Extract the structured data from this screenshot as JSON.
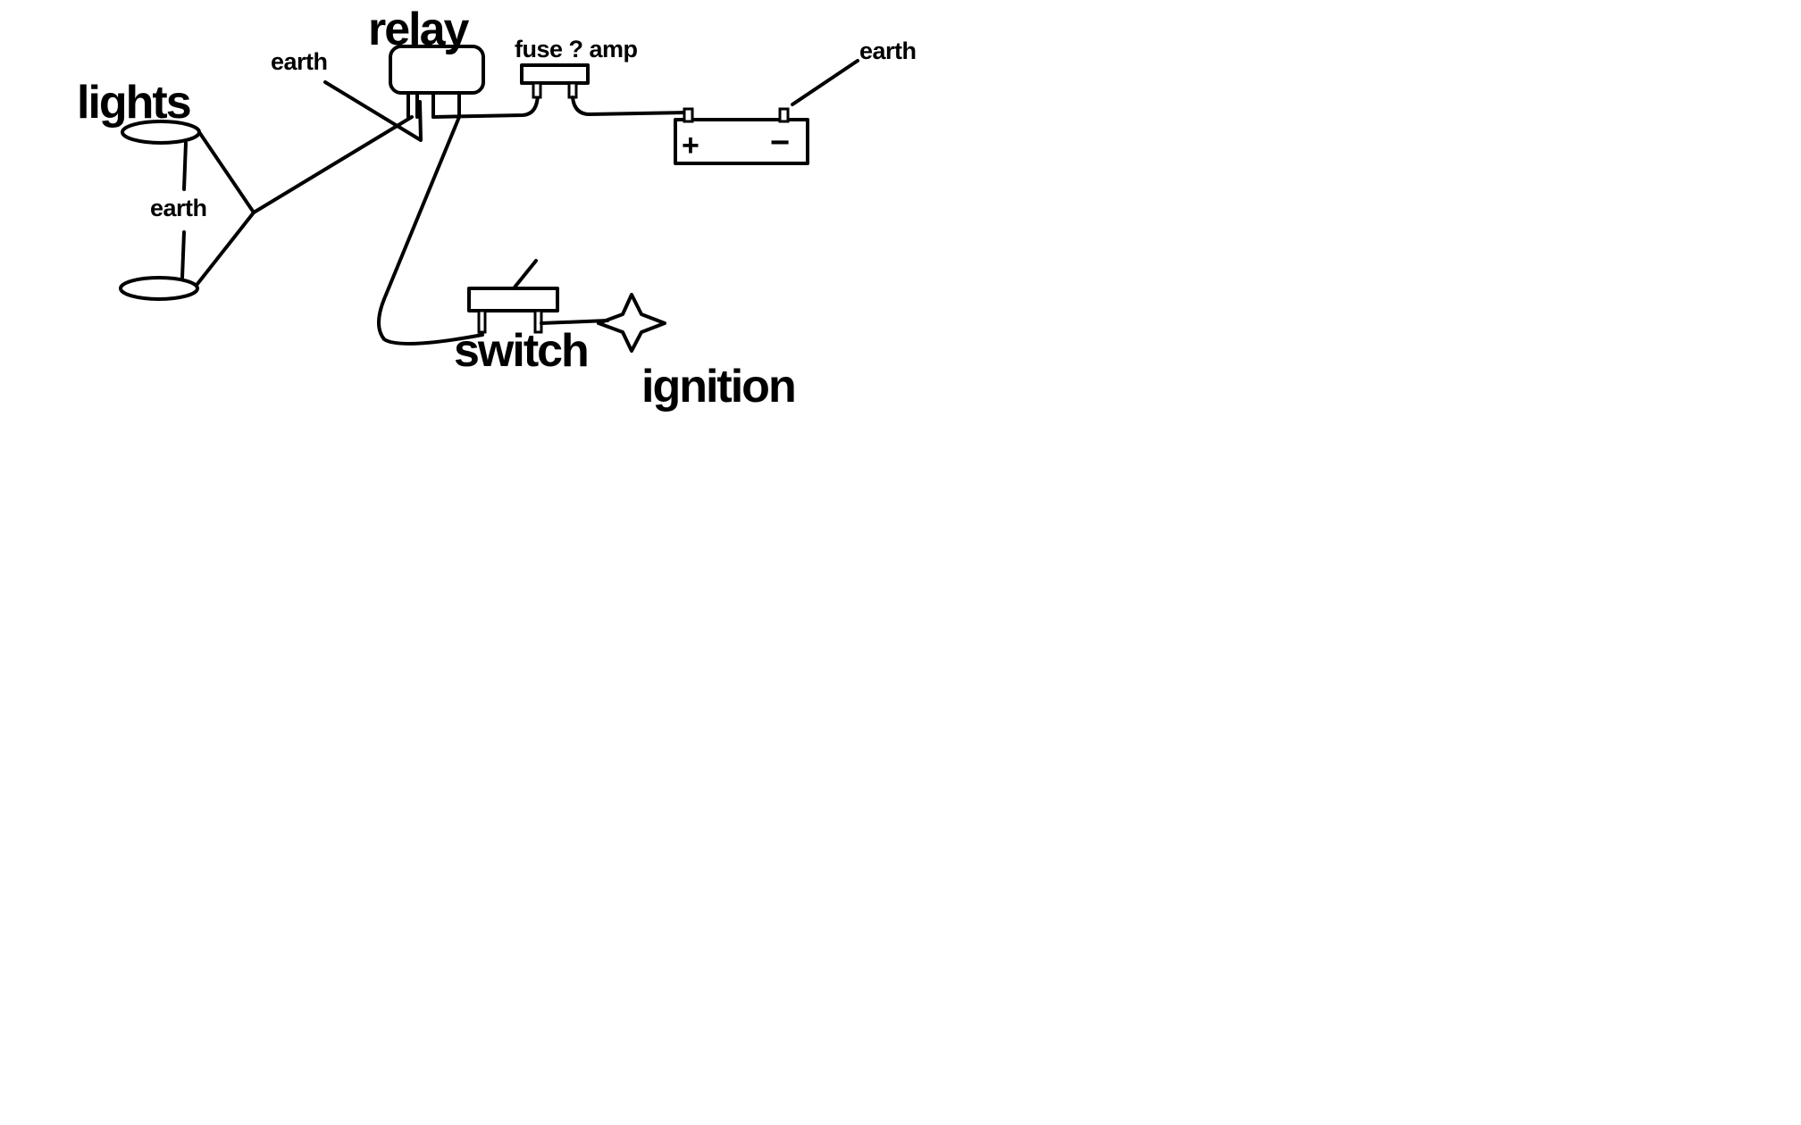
{
  "labels": {
    "lights": "lights",
    "earth_lights": "earth",
    "earth_relay": "earth",
    "relay": "relay",
    "fuse": "fuse ? amp",
    "earth_battery": "earth",
    "switch": "switch",
    "ignition": "ignition",
    "battery_positive": "+",
    "battery_negative": "−"
  },
  "colors": {
    "background": "#ffffff",
    "ink": "#000000"
  }
}
